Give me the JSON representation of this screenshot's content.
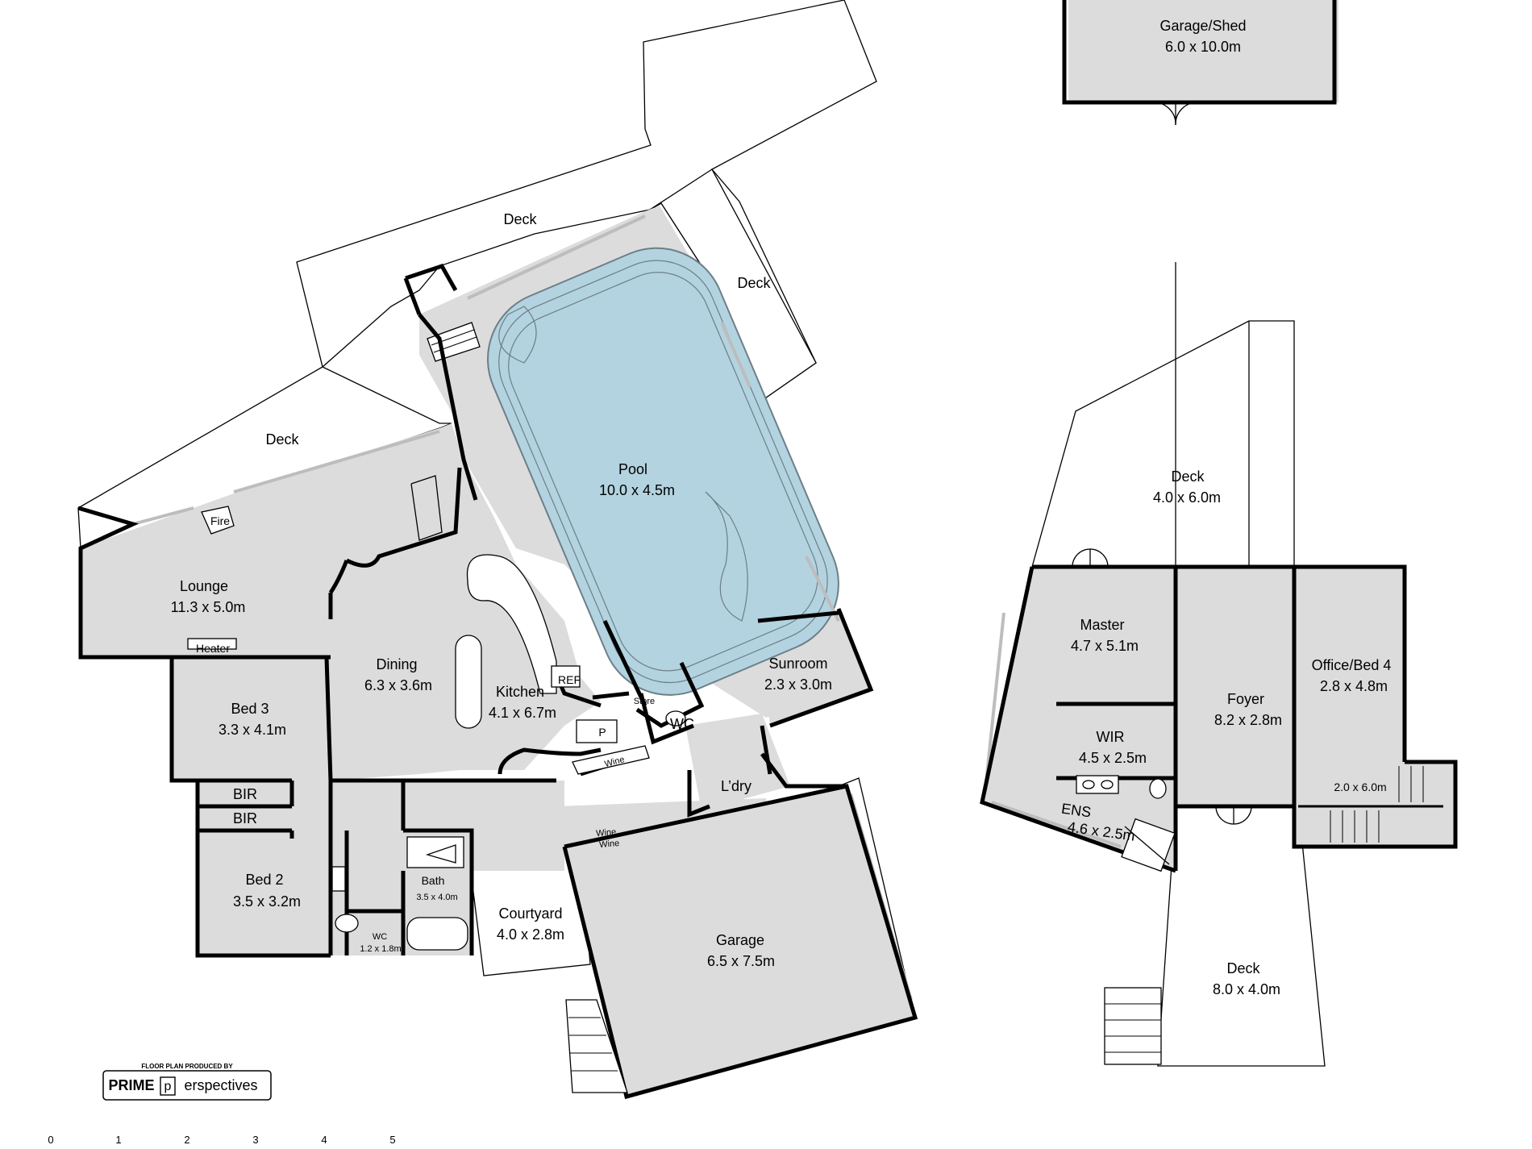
{
  "rooms": {
    "garage_shed": {
      "name": "Garage/Shed",
      "size": "6.0 x 10.0m"
    },
    "deck_top": {
      "name": "Deck"
    },
    "deck_right_pool": {
      "name": "Deck"
    },
    "deck_left": {
      "name": "Deck"
    },
    "pool": {
      "name": "Pool",
      "size": "10.0 x 4.5m"
    },
    "lounge": {
      "name": "Lounge",
      "size": "11.3 x 5.0m"
    },
    "fire": {
      "name": "Fire"
    },
    "heater": {
      "name": "Heater"
    },
    "dining": {
      "name": "Dining",
      "size": "6.3 x 3.6m"
    },
    "kitchen": {
      "name": "Kitchen",
      "size": "4.1 x 6.7m"
    },
    "ref": {
      "name": "REF"
    },
    "store": {
      "name": "Store"
    },
    "pantry": {
      "name": "P"
    },
    "wc_kitchen": {
      "name": "WC"
    },
    "wine_kitchen": {
      "name": "Wine"
    },
    "sunroom": {
      "name": "Sunroom",
      "size": "2.3 x 3.0m"
    },
    "laundry": {
      "name": "L’dry"
    },
    "bed3": {
      "name": "Bed 3",
      "size": "3.3 x 4.1m"
    },
    "bir1": {
      "name": "BIR"
    },
    "bir2": {
      "name": "BIR"
    },
    "bed2": {
      "name": "Bed 2",
      "size": "3.5 x 3.2m"
    },
    "bath": {
      "name": "Bath",
      "size": "3.5 x 4.0m"
    },
    "wc_small": {
      "name": "WC",
      "size": "1.2 x 1.8m"
    },
    "courtyard": {
      "name": "Courtyard",
      "size": "4.0 x 2.8m"
    },
    "wine_hall_1": {
      "name": "Wine"
    },
    "wine_hall_2": {
      "name": "Wine"
    },
    "garage": {
      "name": "Garage",
      "size": "6.5 x 7.5m"
    },
    "deck_upper": {
      "name": "Deck",
      "size": "4.0 x 6.0m"
    },
    "master": {
      "name": "Master",
      "size": "4.7 x 5.1m"
    },
    "wir": {
      "name": "WIR",
      "size": "4.5 x 2.5m"
    },
    "ens": {
      "name": "ENS",
      "size": "4.6 x 2.5m"
    },
    "foyer": {
      "name": "Foyer",
      "size": "8.2 x 2.8m"
    },
    "office": {
      "name": "Office/Bed 4",
      "size": "2.8 x 4.8m"
    },
    "stairs_landing": {
      "name": "2.0 x 6.0m"
    },
    "deck_lower": {
      "name": "Deck",
      "size": "8.0 x 4.0m"
    }
  },
  "credit": {
    "caption": "FLOOR PLAN PRODUCED BY",
    "brand_left": "PRIME",
    "brand_mark": "p",
    "brand_right": "erspectives"
  },
  "scale": {
    "ticks": [
      "0",
      "1",
      "2",
      "3",
      "4",
      "5"
    ]
  },
  "colors": {
    "room_fill": "#dcdcdc",
    "pool_fill": "#b3d3e0",
    "wall": "#000000",
    "window": "#bdbdbd"
  }
}
